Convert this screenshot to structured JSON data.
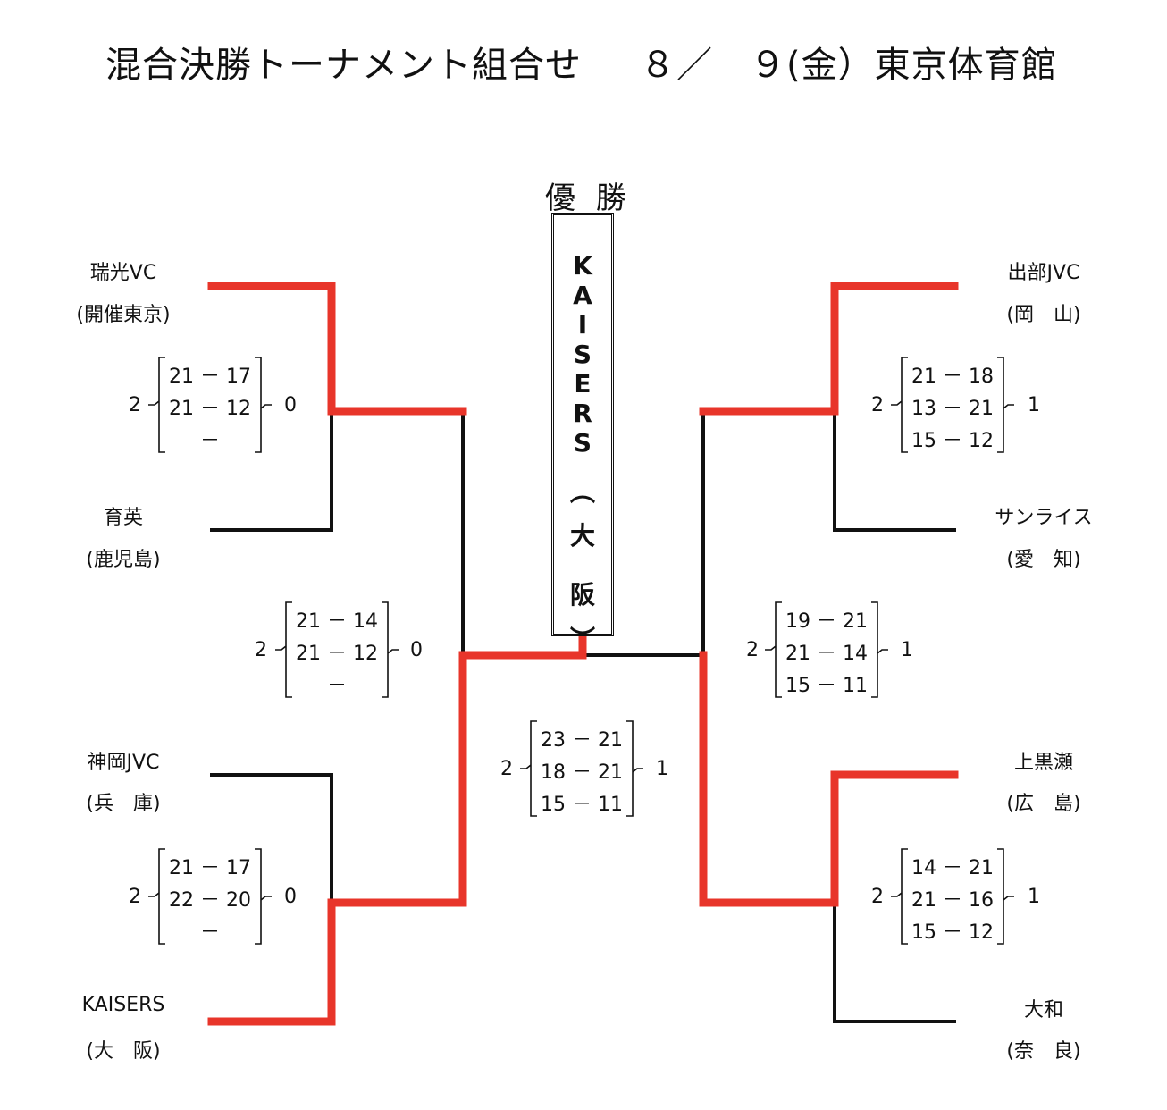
{
  "header": {
    "title": "混合決勝トーナメント組合せ",
    "date_venue": "８／　９(金）東京体育館"
  },
  "champion": {
    "label": "優 勝",
    "name_letters": [
      "K",
      "A",
      "I",
      "S",
      "E",
      "R",
      "S"
    ],
    "pref_chars": [
      "︵",
      "大",
      "阪",
      "︶"
    ]
  },
  "teams": {
    "left": [
      {
        "name": "瑞光VC",
        "pref": "(開催東京)"
      },
      {
        "name": "育英",
        "pref": "(鹿児島)"
      },
      {
        "name": "神岡JVC",
        "pref": "(兵　庫)"
      },
      {
        "name": "KAISERS",
        "pref": "(大　阪)"
      }
    ],
    "right": [
      {
        "name": "出部JVC",
        "pref": "(岡　山)"
      },
      {
        "name": "サンライス",
        "pref": "(愛　知)"
      },
      {
        "name": "上黒瀬",
        "pref": "(広　島)"
      },
      {
        "name": "大和",
        "pref": "(奈　良)"
      }
    ]
  },
  "matches": [
    {
      "id": "left-r1-top",
      "left": "2",
      "right": "0",
      "sets": [
        "21 － 17",
        "21 － 12",
        "－"
      ]
    },
    {
      "id": "left-semi",
      "left": "2",
      "right": "0",
      "sets": [
        "21 － 14",
        "21 － 12",
        "－"
      ]
    },
    {
      "id": "left-r1-bottom",
      "left": "2",
      "right": "0",
      "sets": [
        "21 － 17",
        "22 － 20",
        "－"
      ]
    },
    {
      "id": "right-r1-top",
      "left": "2",
      "right": "1",
      "sets": [
        "21 － 18",
        "13 － 21",
        "15 － 12"
      ]
    },
    {
      "id": "right-semi",
      "left": "2",
      "right": "1",
      "sets": [
        "19 － 21",
        "21 － 14",
        "15 － 11"
      ]
    },
    {
      "id": "right-r1-bottom",
      "left": "2",
      "right": "1",
      "sets": [
        "14 － 21",
        "21 － 16",
        "15 － 12"
      ]
    },
    {
      "id": "final",
      "left": "2",
      "right": "1",
      "sets": [
        "23 － 21",
        "18 － 21",
        "15 － 11"
      ]
    }
  ],
  "colors": {
    "winner_line": "#e8352a",
    "loser_line": "#111111"
  }
}
